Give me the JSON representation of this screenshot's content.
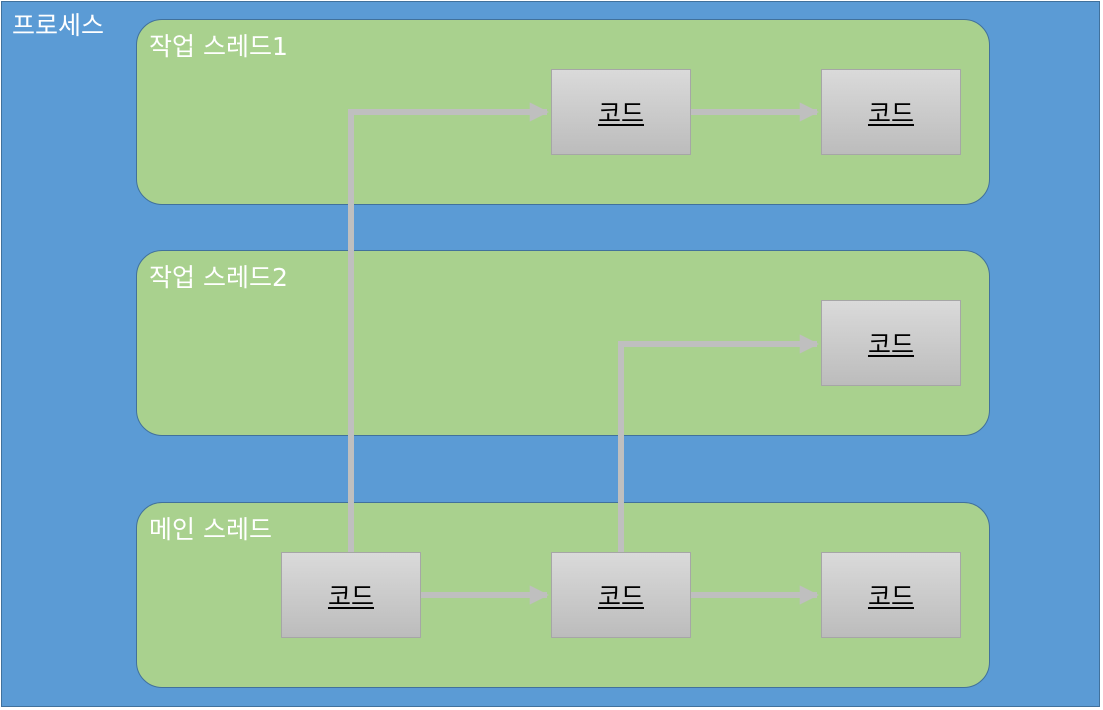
{
  "process": {
    "title": "프로세스",
    "color": "#5b9bd5",
    "threads": [
      {
        "label": "작업 스레드1",
        "color": "#a9d18e"
      },
      {
        "label": "작업 스레드2",
        "color": "#a9d18e"
      },
      {
        "label": "메인 스레드",
        "color": "#a9d18e"
      }
    ]
  },
  "code_block": {
    "label": "코드",
    "color": "#c9c9c9"
  },
  "arrow_color": "#bfbfbf"
}
